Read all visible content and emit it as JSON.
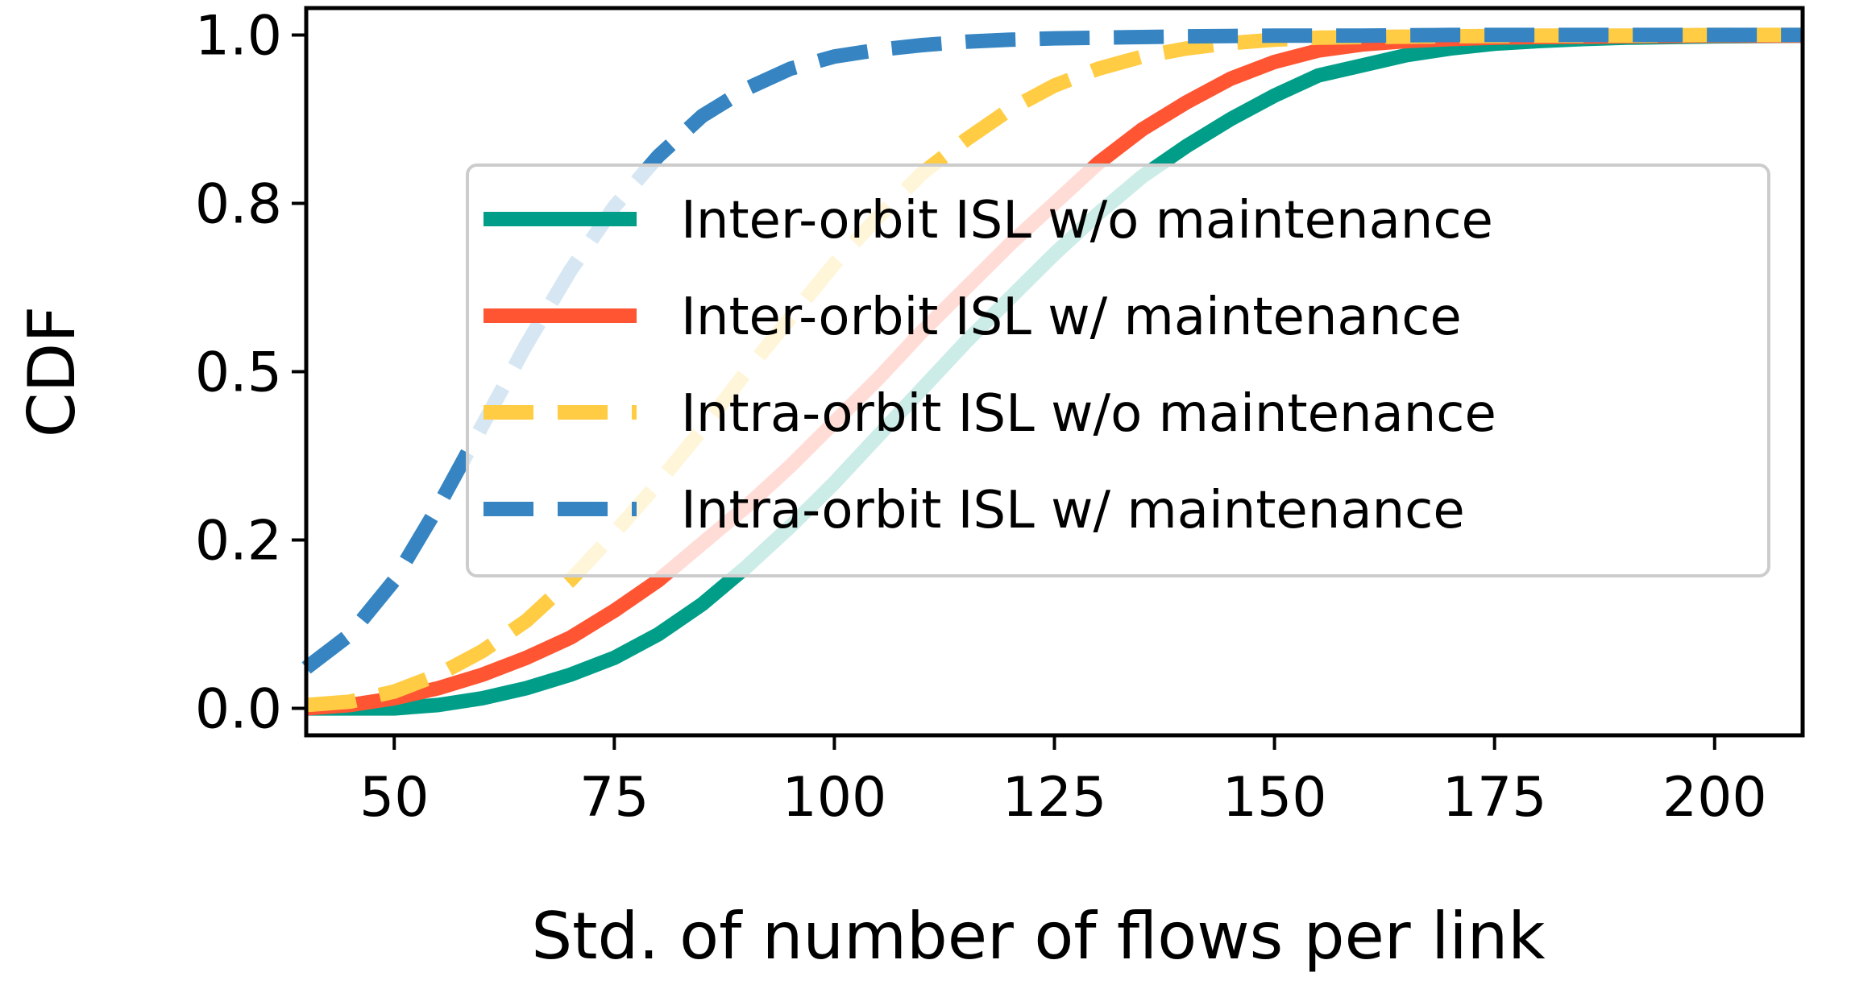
{
  "chart_data": {
    "type": "line",
    "xlabel": "Std. of number of flows per link",
    "ylabel": "CDF",
    "xlim": [
      40,
      210
    ],
    "ylim": [
      -0.04,
      1.04
    ],
    "xticks": [
      50,
      75,
      100,
      125,
      150,
      175,
      200
    ],
    "yticks": [
      0.0,
      0.25,
      0.5,
      0.75,
      1.0
    ],
    "ytick_labels": [
      "0.0",
      "0.2",
      "0.5",
      "0.8",
      "1.0"
    ],
    "xtick_labels": [
      "50",
      "75",
      "100",
      "125",
      "150",
      "175",
      "200"
    ],
    "grid": false,
    "legend_position": "center-right",
    "series": [
      {
        "name": "Inter-orbit ISL w/o maintenance",
        "color": "#009E88",
        "dash": "solid",
        "x": [
          40,
          45,
          50,
          55,
          60,
          65,
          70,
          75,
          80,
          85,
          90,
          95,
          100,
          105,
          110,
          115,
          120,
          125,
          130,
          135,
          140,
          145,
          150,
          155,
          160,
          165,
          170,
          175,
          180,
          185,
          190,
          200,
          210
        ],
        "y": [
          0.0,
          0.0,
          0.0,
          0.005,
          0.015,
          0.03,
          0.05,
          0.075,
          0.11,
          0.155,
          0.21,
          0.27,
          0.335,
          0.405,
          0.475,
          0.545,
          0.61,
          0.675,
          0.735,
          0.79,
          0.835,
          0.875,
          0.91,
          0.94,
          0.955,
          0.97,
          0.98,
          0.987,
          0.991,
          0.994,
          0.996,
          0.998,
          0.999
        ]
      },
      {
        "name": "Inter-orbit ISL w/ maintenance",
        "color": "#FF5533",
        "dash": "solid",
        "x": [
          40,
          45,
          50,
          55,
          60,
          65,
          70,
          75,
          80,
          85,
          90,
          95,
          100,
          105,
          110,
          115,
          120,
          125,
          130,
          135,
          140,
          145,
          150,
          155,
          160,
          165,
          170,
          175,
          180,
          190,
          200,
          210
        ],
        "y": [
          0.0,
          0.005,
          0.015,
          0.03,
          0.05,
          0.075,
          0.105,
          0.145,
          0.19,
          0.245,
          0.3,
          0.36,
          0.425,
          0.49,
          0.56,
          0.625,
          0.69,
          0.75,
          0.81,
          0.86,
          0.9,
          0.935,
          0.96,
          0.977,
          0.986,
          0.991,
          0.994,
          0.996,
          0.997,
          0.998,
          0.999,
          0.999
        ]
      },
      {
        "name": "Intra-orbit ISL w/o maintenance",
        "color": "#FFCC44",
        "dash": "dashed",
        "x": [
          40,
          45,
          50,
          55,
          60,
          65,
          70,
          75,
          80,
          85,
          90,
          95,
          100,
          105,
          110,
          115,
          120,
          125,
          130,
          135,
          140,
          145,
          150,
          155,
          160,
          170,
          180,
          190,
          200,
          210
        ],
        "y": [
          0.005,
          0.01,
          0.025,
          0.05,
          0.085,
          0.13,
          0.19,
          0.26,
          0.335,
          0.415,
          0.5,
          0.58,
          0.66,
          0.73,
          0.795,
          0.845,
          0.89,
          0.925,
          0.95,
          0.968,
          0.98,
          0.988,
          0.993,
          0.996,
          0.997,
          0.998,
          0.999,
          0.999,
          1.0,
          1.0
        ]
      },
      {
        "name": "Intra-orbit ISL w/ maintenance",
        "color": "#3685C2",
        "dash": "dashed",
        "x": [
          40,
          45,
          50,
          55,
          60,
          65,
          70,
          75,
          80,
          85,
          90,
          95,
          100,
          105,
          110,
          115,
          120,
          125,
          130,
          135,
          140,
          150,
          160,
          170,
          180,
          190,
          200,
          210
        ],
        "y": [
          0.06,
          0.11,
          0.19,
          0.3,
          0.42,
          0.54,
          0.65,
          0.745,
          0.82,
          0.88,
          0.92,
          0.95,
          0.968,
          0.978,
          0.985,
          0.99,
          0.993,
          0.995,
          0.996,
          0.997,
          0.998,
          0.999,
          0.999,
          1.0,
          1.0,
          1.0,
          1.0,
          1.0
        ]
      }
    ]
  }
}
